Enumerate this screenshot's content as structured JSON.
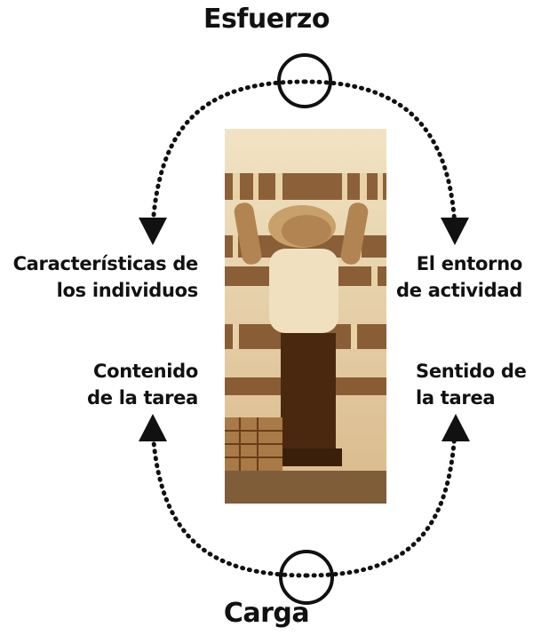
{
  "diagram": {
    "top_title": "Esfuerzo",
    "bottom_title": "Carga",
    "left_upper": [
      "Características de",
      "los individuos"
    ],
    "right_upper": [
      "El entorno",
      "de actividad"
    ],
    "left_lower": [
      "Contenido",
      "de la tarea"
    ],
    "right_lower": [
      "Sentido de",
      "la tarea"
    ]
  },
  "colors": {
    "ink": "#111111",
    "photo_sepia_light": "#ecd9b3",
    "photo_sepia_dark": "#6b3d18"
  }
}
